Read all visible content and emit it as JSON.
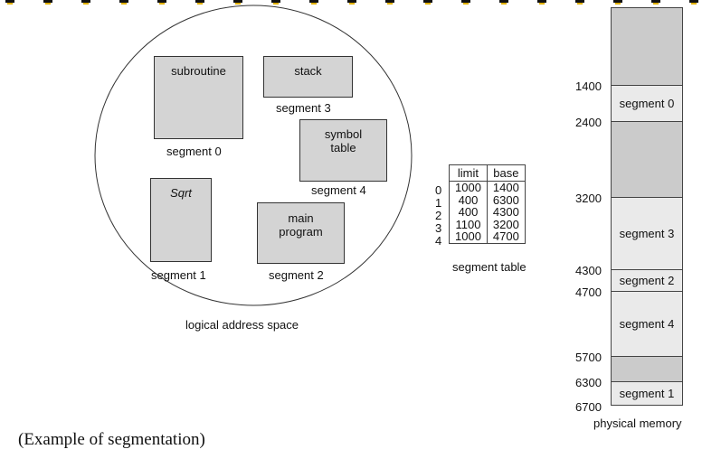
{
  "caption": "(Example of segmentation)",
  "logical_space": {
    "title": "logical address space",
    "segments": [
      {
        "box_text": [
          "subroutine"
        ],
        "label": "segment 0"
      },
      {
        "box_text": [
          "Sqrt"
        ],
        "label": "segment 1"
      },
      {
        "box_text": [
          "main",
          "program"
        ],
        "label": "segment 2"
      },
      {
        "box_text": [
          "stack"
        ],
        "label": "segment 3"
      },
      {
        "box_text": [
          "symbol",
          "table"
        ],
        "label": "segment 4"
      }
    ]
  },
  "segment_table": {
    "title": "segment table",
    "headers": [
      "limit",
      "base"
    ],
    "rows": [
      {
        "index": "0",
        "limit": "1000",
        "base": "1400"
      },
      {
        "index": "1",
        "limit": "400",
        "base": "6300"
      },
      {
        "index": "2",
        "limit": "400",
        "base": "4300"
      },
      {
        "index": "3",
        "limit": "1100",
        "base": "3200"
      },
      {
        "index": "4",
        "limit": "1000",
        "base": "4700"
      }
    ]
  },
  "physical_memory": {
    "title": "physical memory",
    "addresses": [
      "1400",
      "2400",
      "3200",
      "4300",
      "4700",
      "5700",
      "6300",
      "6700"
    ],
    "blocks": [
      {
        "label": "",
        "kind": "free"
      },
      {
        "label": "segment 0",
        "kind": "used"
      },
      {
        "label": "",
        "kind": "free"
      },
      {
        "label": "segment 3",
        "kind": "used"
      },
      {
        "label": "segment 2",
        "kind": "used"
      },
      {
        "label": "segment 4",
        "kind": "used"
      },
      {
        "label": "",
        "kind": "free"
      },
      {
        "label": "segment 1",
        "kind": "used"
      }
    ]
  },
  "colors": {
    "free_block": "#cbcbcb",
    "used_block": "#eaeaea",
    "segment_box": "#d4d4d4"
  }
}
